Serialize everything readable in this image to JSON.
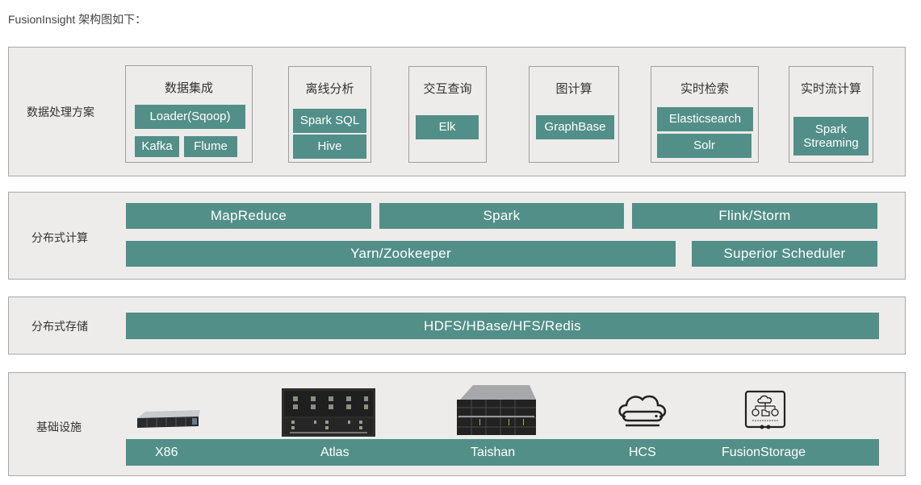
{
  "intro": "FusionInsight 架构图如下：",
  "colors": {
    "tile": "#528f88",
    "layer_bg": "#edecea",
    "border": "#a9a9a9"
  },
  "layers": {
    "processing": {
      "label": "数据处理方案",
      "groups": [
        {
          "title": "数据集成",
          "items": [
            "Loader(Sqoop)",
            "Kafka",
            "Flume"
          ]
        },
        {
          "title": "离线分析",
          "items": [
            "Spark SQL",
            "Hive"
          ]
        },
        {
          "title": "交互查询",
          "items": [
            "Elk"
          ]
        },
        {
          "title": "图计算",
          "items": [
            "GraphBase"
          ]
        },
        {
          "title": "实时检索",
          "items": [
            "Elasticsearch",
            "Solr"
          ]
        },
        {
          "title": "实时流计算",
          "items": [
            "Spark Streaming"
          ]
        }
      ]
    },
    "compute": {
      "label": "分布式计算",
      "row1": [
        "MapReduce",
        "Spark",
        "Flink/Storm"
      ],
      "row2": [
        "Yarn/Zookeeper",
        "Superior Scheduler"
      ]
    },
    "storage": {
      "label": "分布式存储",
      "items": [
        "HDFS/HBase/HFS/Redis"
      ]
    },
    "infra": {
      "label": "基础设施",
      "items": [
        {
          "label": "X86",
          "icon": "rack-server-1u-icon"
        },
        {
          "label": "Atlas",
          "icon": "atlas-server-icon"
        },
        {
          "label": "Taishan",
          "icon": "taishan-server-icon"
        },
        {
          "label": "HCS",
          "icon": "cloud-storage-icon"
        },
        {
          "label": "FusionStorage",
          "icon": "fusionstorage-icon"
        }
      ]
    }
  }
}
